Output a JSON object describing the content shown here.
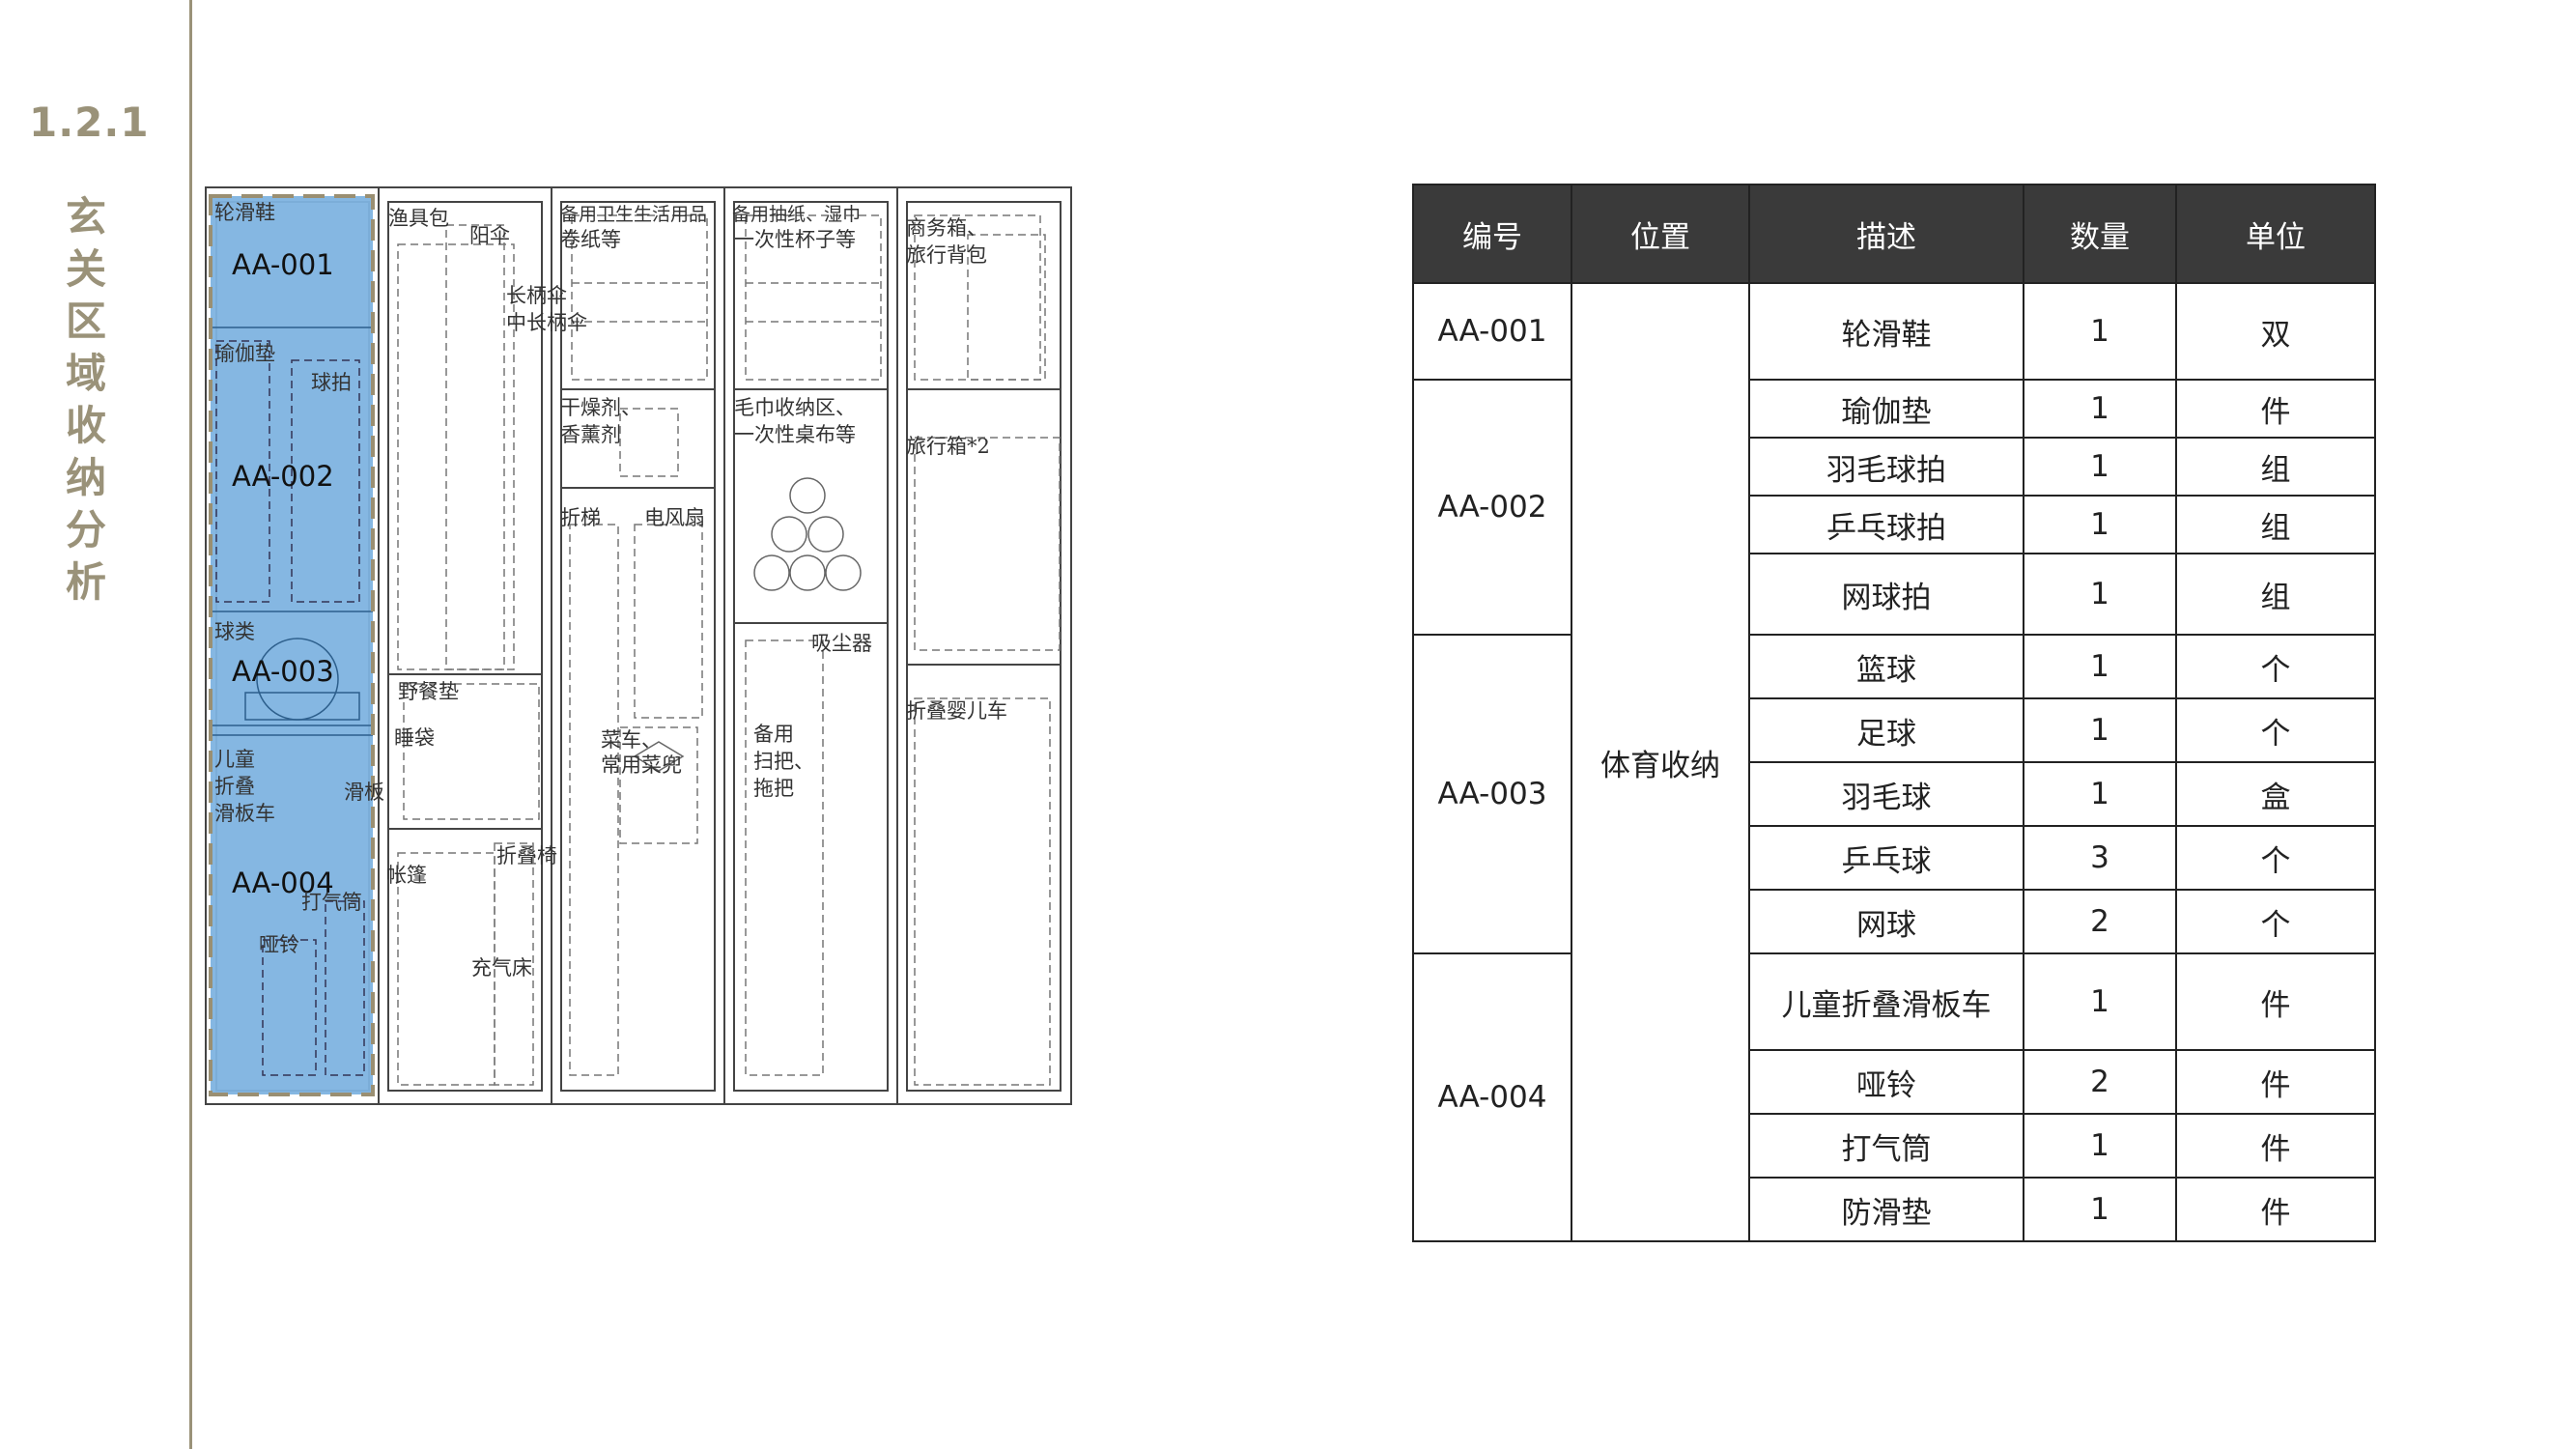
{
  "section": {
    "number": "1.2.1",
    "title_chars": [
      "玄",
      "关",
      "区",
      "域",
      "收",
      "纳",
      "分",
      "析"
    ]
  },
  "elevation": {
    "highlight_color": "#7eb3e0",
    "zone_codes": [
      "AA-001",
      "AA-002",
      "AA-003",
      "AA-004"
    ],
    "col1_labels": [
      "轮滑鞋",
      "瑜伽垫",
      "球拍",
      "球类",
      "儿童",
      "折叠",
      "滑板车",
      "滑板",
      "打气筒",
      "哑铃"
    ],
    "col2_labels": [
      "渔具包",
      "阳伞",
      "长柄伞",
      "中长柄伞",
      "野餐垫",
      "睡袋",
      "帐篷",
      "折叠椅",
      "充气床"
    ],
    "col3_labels": [
      "备用卫生生活用品",
      "卷纸等",
      "干燥剂、",
      "香薰剂",
      "折梯",
      "电风扇",
      "菜车、",
      "常用菜兜"
    ],
    "col4_labels": [
      "备用抽纸、湿巾",
      "一次性杯子等",
      "毛巾收纳区、",
      "一次性桌布等",
      "吸尘器",
      "备用",
      "扫把、",
      "拖把"
    ],
    "col5_labels": [
      "商务箱、",
      "旅行背包",
      "旅行箱*2",
      "折叠婴儿车"
    ]
  },
  "table": {
    "headers": [
      "编号",
      "位置",
      "描述",
      "数量",
      "单位"
    ],
    "location": "体育收纳",
    "groups": [
      {
        "code": "AA-001",
        "items": [
          {
            "desc": "轮滑鞋",
            "qty": "1",
            "unit": "双"
          }
        ]
      },
      {
        "code": "AA-002",
        "items": [
          {
            "desc": "瑜伽垫",
            "qty": "1",
            "unit": "件"
          },
          {
            "desc": "羽毛球拍",
            "qty": "1",
            "unit": "组"
          },
          {
            "desc": "乒乓球拍",
            "qty": "1",
            "unit": "组"
          },
          {
            "desc": "网球拍",
            "qty": "1",
            "unit": "组"
          }
        ]
      },
      {
        "code": "AA-003",
        "items": [
          {
            "desc": "篮球",
            "qty": "1",
            "unit": "个"
          },
          {
            "desc": "足球",
            "qty": "1",
            "unit": "个"
          },
          {
            "desc": "羽毛球",
            "qty": "1",
            "unit": "盒"
          },
          {
            "desc": "乒乓球",
            "qty": "3",
            "unit": "个"
          },
          {
            "desc": "网球",
            "qty": "2",
            "unit": "个"
          }
        ]
      },
      {
        "code": "AA-004",
        "items": [
          {
            "desc": "儿童折叠滑板车",
            "qty": "1",
            "unit": "件"
          },
          {
            "desc": "哑铃",
            "qty": "2",
            "unit": "件"
          },
          {
            "desc": "打气筒",
            "qty": "1",
            "unit": "件"
          },
          {
            "desc": "防滑垫",
            "qty": "1",
            "unit": "件"
          }
        ]
      }
    ]
  }
}
